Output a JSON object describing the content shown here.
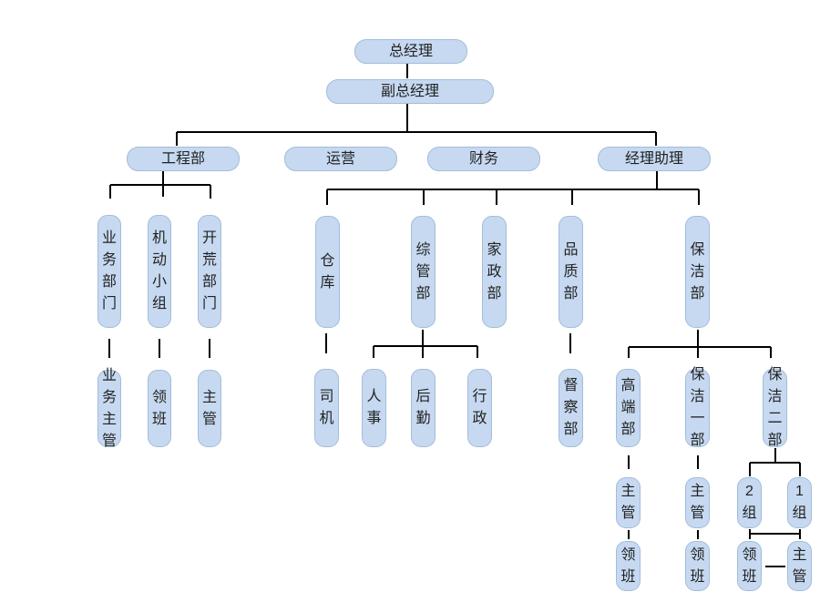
{
  "nodes": {
    "ceo": "总经理",
    "vice_ceo": "副总经理",
    "engineering": "工程部",
    "operations": "运营",
    "finance": "财务",
    "manager_assistant": "经理助理",
    "business_dept": "业务部门",
    "mobile_team": "机动小组",
    "reclaim_dept": "开荒部门",
    "business_supervisor": "业务主管",
    "mobile_leader": "领班",
    "reclaim_supervisor": "主管",
    "warehouse": "仓库",
    "general_admin": "综管部",
    "housekeeping": "家政部",
    "quality": "品质部",
    "cleaning": "保洁部",
    "driver": "司机",
    "hr": "人事",
    "logistics": "后勤",
    "administration": "行政",
    "supervision": "督察部",
    "premium": "高端部",
    "cleaning_1": "保洁一部",
    "cleaning_2": "保洁二部",
    "premium_supervisor": "主管",
    "cleaning_1_supervisor": "主管",
    "group_2": "2组",
    "group_1": "1组",
    "premium_leader": "领班",
    "cleaning_1_leader": "领班",
    "group_2_leader": "领班",
    "group_1_supervisor": "主管"
  },
  "colors": {
    "box_fill": "#c6d9f1",
    "box_border": "#a3bcd9",
    "line": "#000000"
  }
}
